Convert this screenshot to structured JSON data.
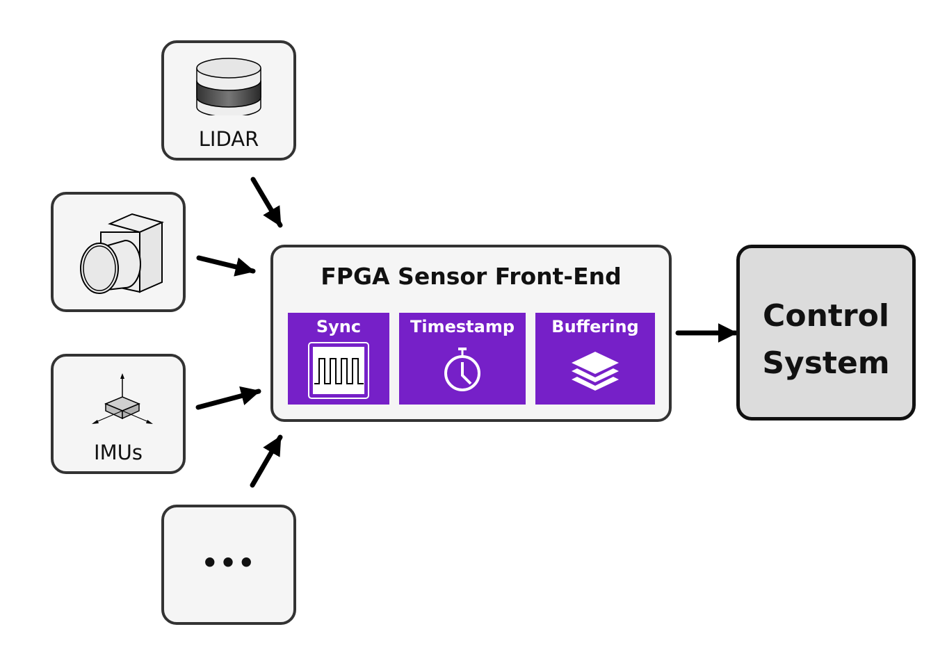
{
  "sensors": {
    "lidar": {
      "label": "LIDAR",
      "icon": "lidar-icon"
    },
    "camera": {
      "label": "",
      "icon": "camera-icon"
    },
    "imu": {
      "label": "IMUs",
      "icon": "imu-icon"
    },
    "more": {
      "label": "•••",
      "icon": "ellipsis-icon"
    }
  },
  "fpga": {
    "title": "FPGA Sensor Front-End",
    "modules": [
      {
        "label": "Sync",
        "icon": "square-wave-icon"
      },
      {
        "label": "Timestamp",
        "icon": "stopwatch-icon"
      },
      {
        "label": "Buffering",
        "icon": "layers-icon"
      }
    ]
  },
  "control": {
    "line1": "Control",
    "line2": "System"
  },
  "colors": {
    "module_purple": "#7620c8",
    "box_border": "#333333",
    "control_fill": "#dcdcdc",
    "box_fill": "#f5f5f5"
  }
}
